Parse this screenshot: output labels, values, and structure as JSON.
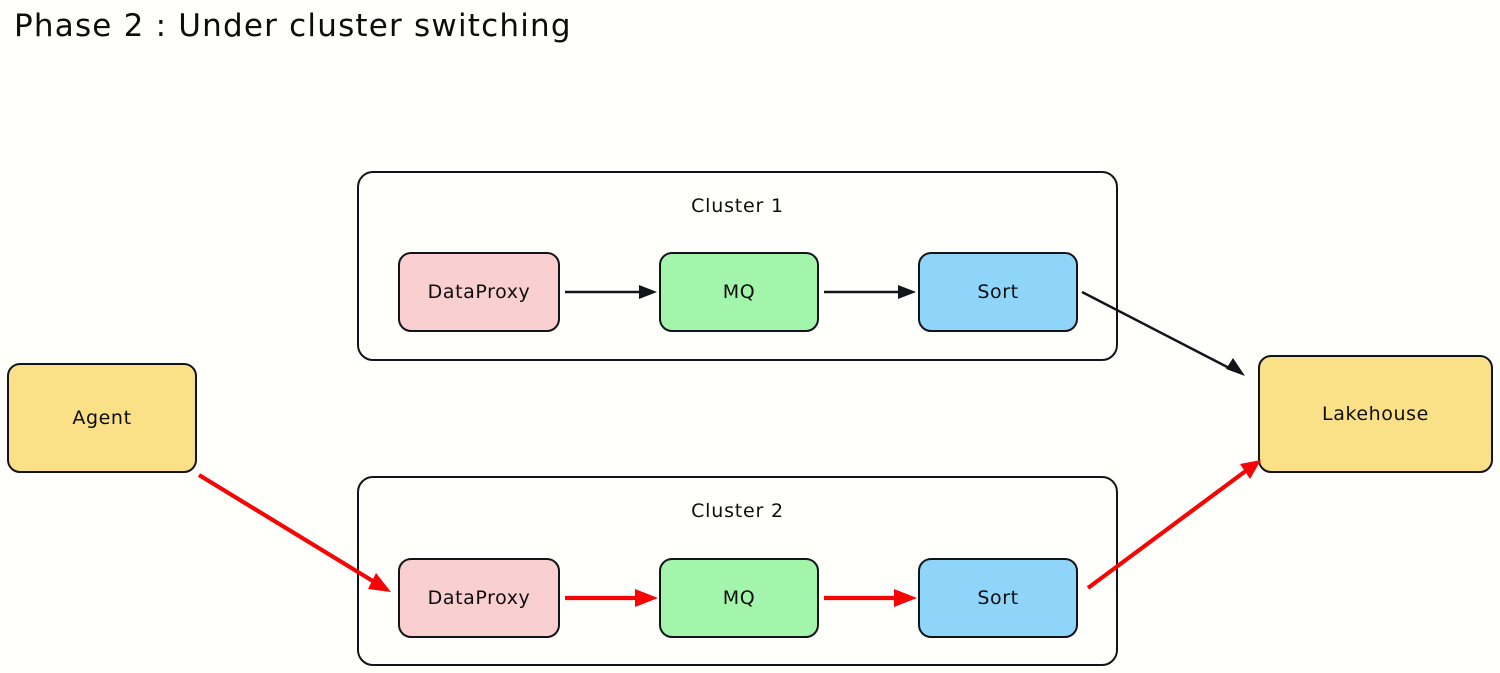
{
  "diagram": {
    "title": "Phase 2 : Under cluster switching",
    "background_color": "#fffffb",
    "clusters": [
      {
        "id": "cluster-1",
        "label": "Cluster 1",
        "active": false,
        "nodes": [
          {
            "id": "c1-dataproxy",
            "label": "DataProxy",
            "color": "#f9cfcf"
          },
          {
            "id": "c1-mq",
            "label": "MQ",
            "color": "#a4f5ac"
          },
          {
            "id": "c1-sort",
            "label": "Sort",
            "color": "#8fd5fa"
          }
        ]
      },
      {
        "id": "cluster-2",
        "label": "Cluster 2",
        "active": true,
        "nodes": [
          {
            "id": "c2-dataproxy",
            "label": "DataProxy",
            "color": "#f9cfcf"
          },
          {
            "id": "c2-mq",
            "label": "MQ",
            "color": "#a4f5ac"
          },
          {
            "id": "c2-sort",
            "label": "Sort",
            "color": "#8fd5fa"
          }
        ]
      }
    ],
    "terminals": [
      {
        "id": "agent",
        "label": "Agent",
        "color": "#fae187"
      },
      {
        "id": "lakehouse",
        "label": "Lakehouse",
        "color": "#fae187"
      }
    ],
    "edges": [
      {
        "id": "e-c1-dp-mq",
        "from": "c1-dataproxy",
        "to": "c1-mq",
        "color": "#13131a",
        "style": "inactive"
      },
      {
        "id": "e-c1-mq-sort",
        "from": "c1-mq",
        "to": "c1-sort",
        "color": "#13131a",
        "style": "inactive"
      },
      {
        "id": "e-c1-sort-lakehouse",
        "from": "c1-sort",
        "to": "lakehouse",
        "color": "#13131a",
        "style": "inactive"
      },
      {
        "id": "e-agent-c2-dp",
        "from": "agent",
        "to": "c2-dataproxy",
        "color": "#f50505",
        "style": "active"
      },
      {
        "id": "e-c2-dp-mq",
        "from": "c2-dataproxy",
        "to": "c2-mq",
        "color": "#f50505",
        "style": "active"
      },
      {
        "id": "e-c2-mq-sort",
        "from": "c2-mq",
        "to": "c2-sort",
        "color": "#f50505",
        "style": "active"
      },
      {
        "id": "e-c2-sort-lakehouse",
        "from": "c2-sort",
        "to": "lakehouse",
        "color": "#f50505",
        "style": "active"
      }
    ]
  }
}
